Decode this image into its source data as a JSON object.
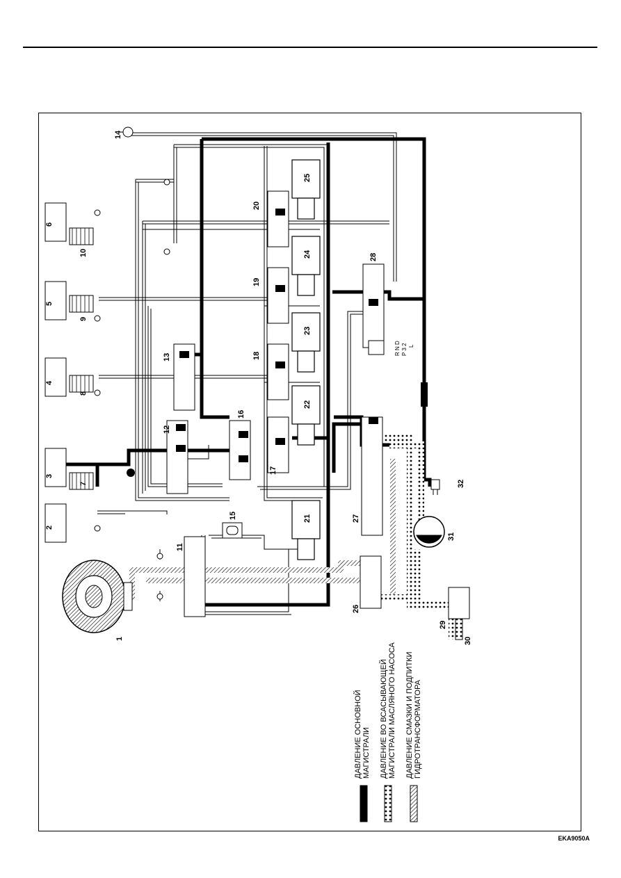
{
  "code": "EKA9050A",
  "legend": [
    {
      "line1": "ДАВЛЕНИЕ ОСНОВНОЙ",
      "line2": "МАГИСТРАЛИ",
      "pattern": "solid"
    },
    {
      "line1": "ДАВЛЕНИЕ ВО ВСАСЫВАЮЩЕЙ",
      "line2": "МАГИСТРАЛИ МАСЛЯНОГО НАСОСА",
      "pattern": "dotted"
    },
    {
      "line1": "ДАВЛЕНИЕ СМАЗКИ И ПОДПИТКИ",
      "line2": "ГИДРОТРАНСФОРМАТОРА",
      "pattern": "hatched"
    }
  ],
  "labels": {
    "n1": "1",
    "n2": "2",
    "n3": "3",
    "n4": "4",
    "n5": "5",
    "n6": "6",
    "n7": "7",
    "n8": "8",
    "n9": "9",
    "n10": "10",
    "n11": "11",
    "n12": "12",
    "n13": "13",
    "n14": "14",
    "n15": "15",
    "n16": "16",
    "n17": "17",
    "n18": "18",
    "n19": "19",
    "n20": "20",
    "n21": "21",
    "n22": "22",
    "n23": "23",
    "n24": "24",
    "n25": "25",
    "n26": "26",
    "n27": "27",
    "n28": "28",
    "n29": "29",
    "n30": "30",
    "n31": "31",
    "n32": "32"
  },
  "selector": {
    "positions": "R N D",
    "positions2": "P 3 2",
    "positions3": "L"
  },
  "colors": {
    "line": "#000000",
    "background": "#ffffff"
  }
}
